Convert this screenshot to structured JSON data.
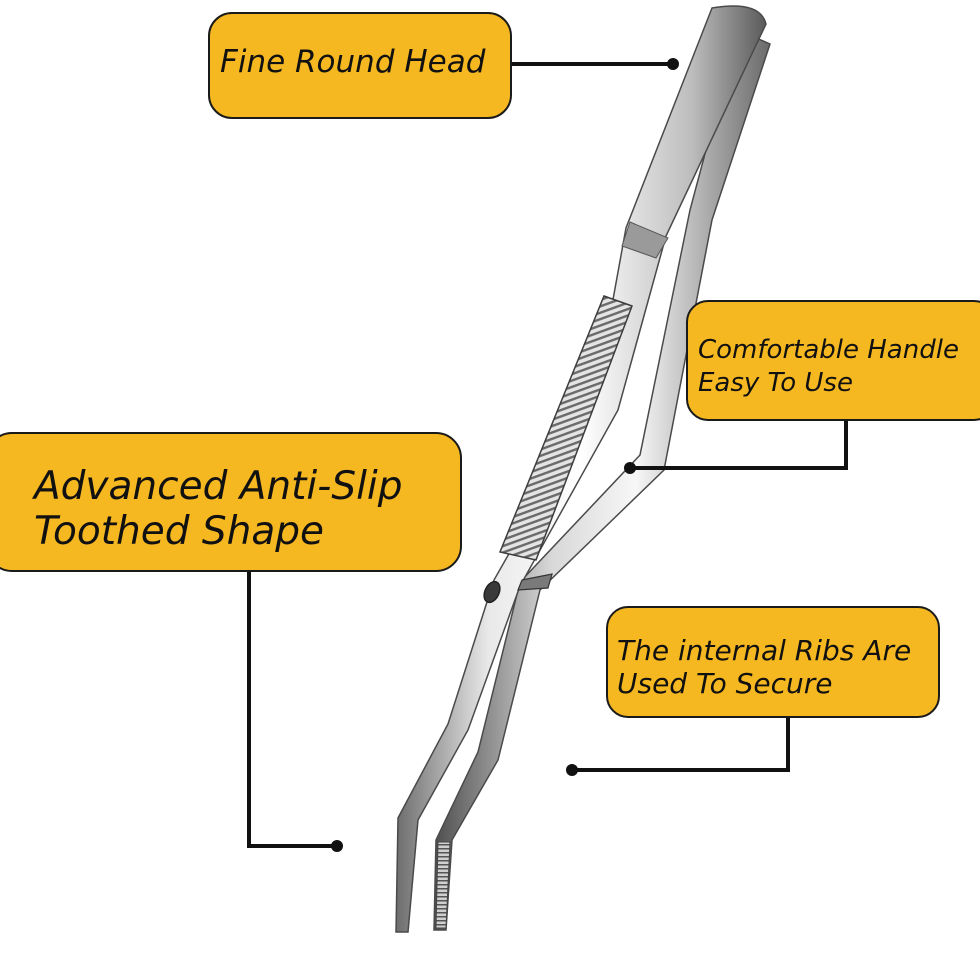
{
  "colors": {
    "callout_fill": "#f6b820",
    "callout_border": "#1a1a1a",
    "leader_line": "#111111",
    "steel_light": "#f4f4f4",
    "steel_dark": "#5a5a5a"
  },
  "callouts": {
    "fine_round_head": {
      "lines": [
        "Fine Round Head"
      ]
    },
    "comfortable_handle": {
      "lines": [
        "Comfortable Handle",
        "Easy To Use"
      ]
    },
    "anti_slip": {
      "lines": [
        "Advanced Anti-Slip",
        "Toothed Shape"
      ]
    },
    "internal_ribs": {
      "lines": [
        "The internal Ribs Are",
        "Used To Secure"
      ]
    }
  },
  "product": {
    "icon": "curved-tweezers-icon"
  }
}
